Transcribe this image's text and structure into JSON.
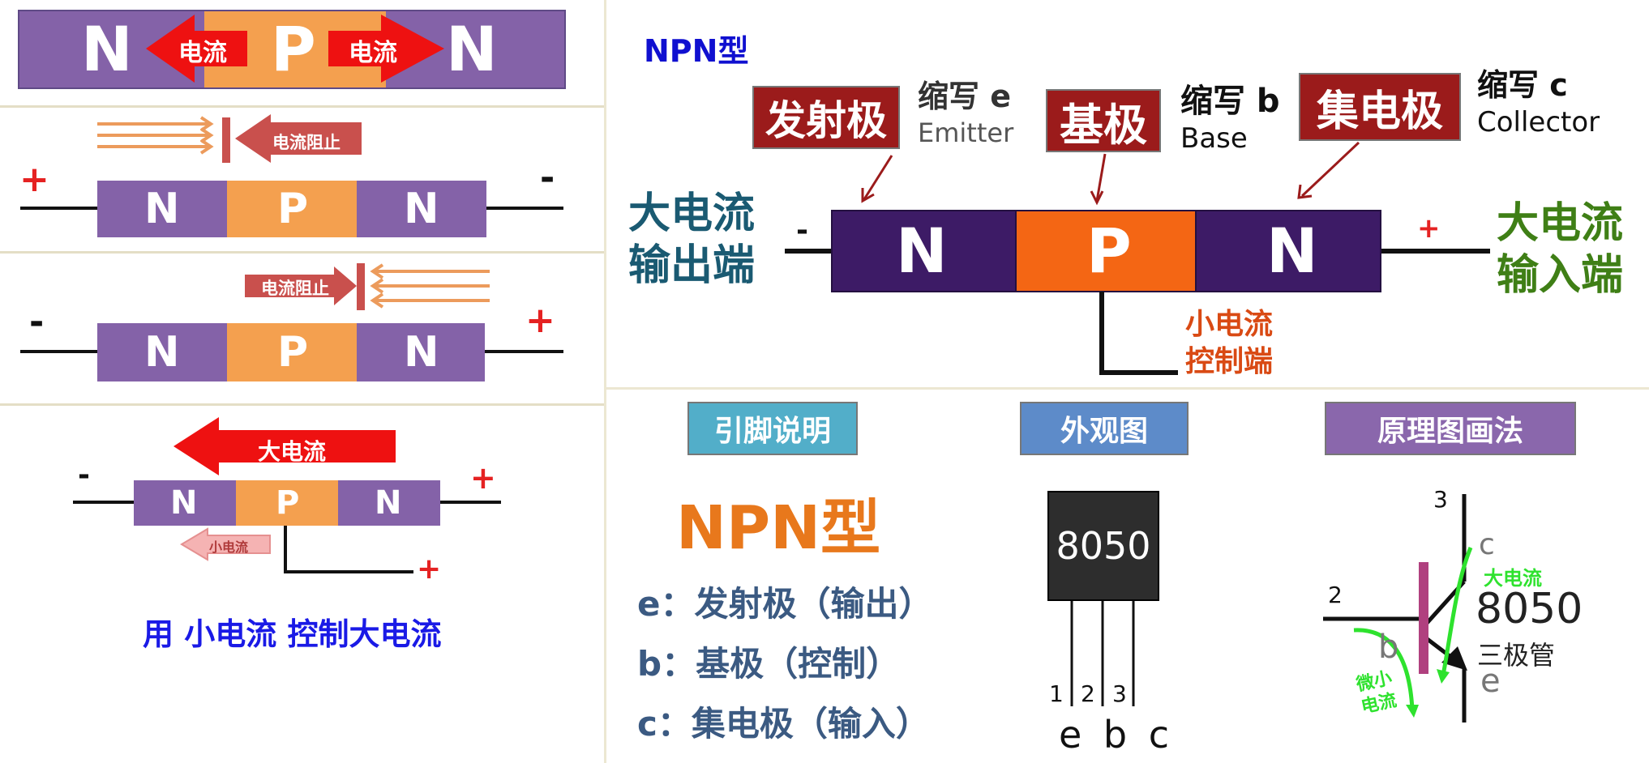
{
  "top_strip": {
    "n_left": "N",
    "p": "P",
    "n_right": "N",
    "arrow_left_label": "电流",
    "arrow_right_label": "电流"
  },
  "panel_forward_block": {
    "block_label": "电流阻止",
    "plus": "+",
    "minus": "-",
    "n_left": "N",
    "p": "P",
    "n_right": "N"
  },
  "panel_reverse_block": {
    "block_label": "电流阻止",
    "minus": "-",
    "plus": "+",
    "n_left": "N",
    "p": "P",
    "n_right": "N"
  },
  "panel_control": {
    "big_current": "大电流",
    "small_current": "小电流",
    "minus": "-",
    "plus": "+",
    "base_plus": "+",
    "n_left": "N",
    "p": "P",
    "n_right": "N",
    "caption": "用 小电流 控制大电流"
  },
  "npn_diagram": {
    "title": "NPN型",
    "emitter": {
      "label": "发射极",
      "abbr": "缩写 e",
      "english": "Emitter"
    },
    "base": {
      "label": "基极",
      "abbr": "缩写 b",
      "english": "Base"
    },
    "collector": {
      "label": "集电极",
      "abbr": "缩写 c",
      "english": "Collector"
    },
    "n_left": "N",
    "p": "P",
    "n_right": "N",
    "left_text": [
      "大电流",
      "输出端"
    ],
    "right_text": [
      "大电流",
      "输入端"
    ],
    "minus": "-",
    "plus": "+",
    "control_text": [
      "小电流",
      "控制端"
    ]
  },
  "pin_section": {
    "header": "引脚说明",
    "type": "NPN型",
    "pins": [
      "e：发射极（输出）",
      "b：基极（控制）",
      "c：集电极（输入）"
    ]
  },
  "appearance_section": {
    "header": "外观图",
    "part_number": "8050",
    "pin_numbers": [
      "1",
      "2",
      "3"
    ],
    "pin_letters": "e b c"
  },
  "schematic_section": {
    "header": "原理图画法",
    "pin3": "3",
    "pin2": "2",
    "c": "c",
    "b": "b",
    "e": "e",
    "big_current": "大电流",
    "small_current": [
      "微小",
      "电流"
    ],
    "part_number": "8050",
    "part_name": "三极管"
  },
  "colors": {
    "n_purple": "#8462a8",
    "p_orange": "#f4a04f",
    "npn_n": "#3d1b66",
    "npn_p": "#f46614",
    "label_red": "#9b1b1b",
    "arrow_red": "#ee1111",
    "teal": "#1a5a72",
    "green": "#3f7f16",
    "hdr_cyan": "#52aec9",
    "hdr_blue": "#5d8bc9",
    "hdr_purple": "#8a67ac"
  }
}
